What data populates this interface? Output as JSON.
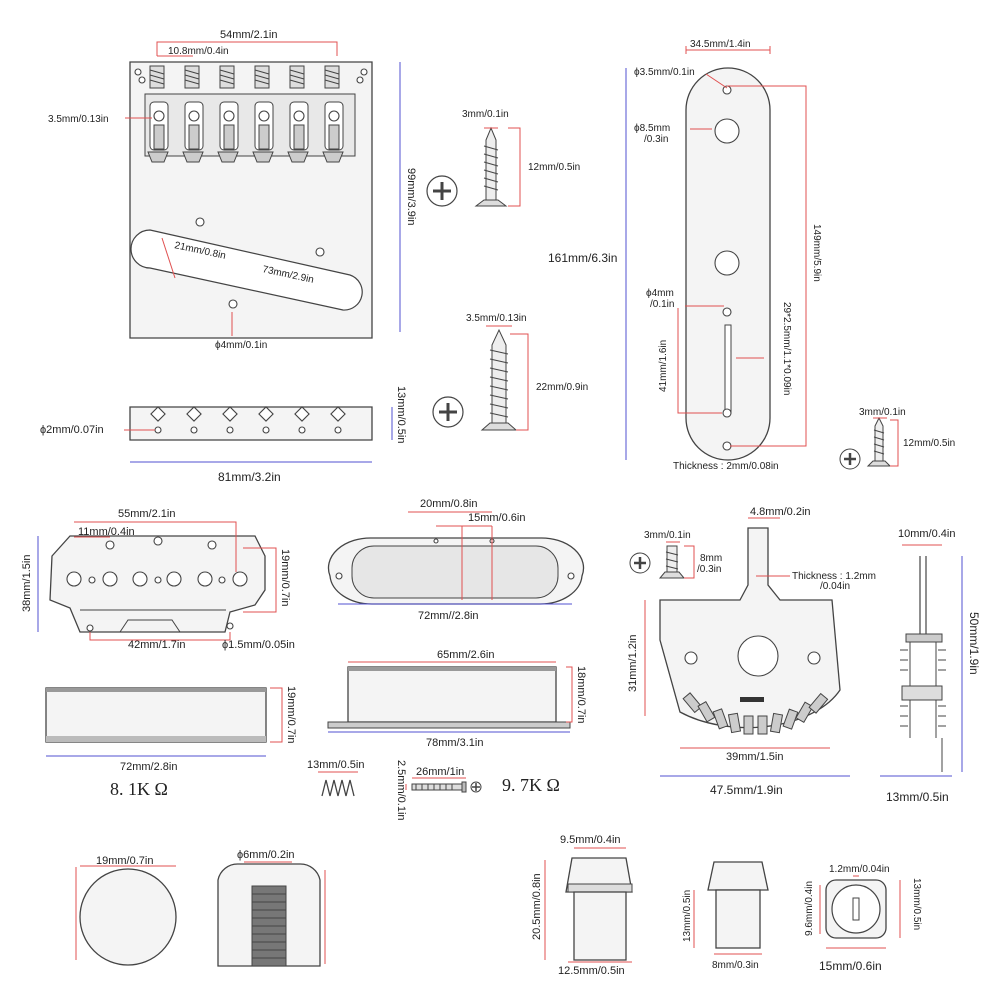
{
  "bridge": {
    "overall_width": "54mm/2.1in",
    "saddle_spacing": "10.8mm/0.4in",
    "hole_dia": "3.5mm/0.13in",
    "cutout_width": "21mm/0.8in",
    "cutout_length": "73mm/2.9in",
    "mount_hole": "ϕ4mm/0.1in",
    "height": "99mm/3.9in",
    "rail_width": "81mm/3.2in",
    "rail_height": "13mm/0.5in",
    "rail_hole": "ϕ2mm/0.07in"
  },
  "screws": {
    "small_dia": "3mm/0.1in",
    "small_len": "12mm/0.5in",
    "large_dia": "3.5mm/0.13in",
    "large_len": "22mm/0.9in",
    "plate_dia": "3mm/0.1in",
    "plate_len": "12mm/0.5in"
  },
  "control_plate": {
    "width": "34.5mm/1.4in",
    "small_hole": "ϕ3.5mm/0.1in",
    "pot_hole_a": "ϕ8.5mm",
    "pot_hole_b": "/0.3in",
    "length": "161mm/6.3in",
    "inner_length": "149mm/5.9in",
    "switch_hole_a": "ϕ4mm",
    "switch_hole_b": "/0.1in",
    "slot_length": "41mm/1.6in",
    "slot_size": "29*2.5mm/1.1*0.09in",
    "thickness": "Thickness : 2mm/0.08in"
  },
  "bridge_pickup": {
    "width": "55mm/2.1in",
    "pole_spacing": "11mm/0.4in",
    "height": "38mm/1.5in",
    "pole_height": "19mm/0.7in",
    "base_width": "42mm/1.7in",
    "small_hole": "ϕ1.5mm/0.05in",
    "resistance": "8. 1K Ω"
  },
  "neck_pickup": {
    "top": "20mm/0.8in",
    "inner": "15mm/0.6in",
    "width": "72mm//2.8in",
    "cover_width": "65mm/2.6in",
    "cover_height": "18mm/0.7in",
    "base_width": "78mm/3.1in",
    "resistance": "9. 7K Ω"
  },
  "bridge_cover": {
    "height": "19mm/0.7in",
    "width": "72mm/2.8in"
  },
  "spring_screw": {
    "spring": "13mm/0.5in",
    "screw_len": "26mm/1in",
    "screw_dia": "2.5mm/0.1in"
  },
  "switch": {
    "tip": "4.8mm/0.2in",
    "screw_dia": "3mm/0.1in",
    "screw_len_a": "8mm",
    "screw_len_b": "/0.3in",
    "thickness_a": "Thickness : 1.2mm",
    "thickness_b": "/0.04in",
    "height": "31mm/1.2in",
    "inner_width": "39mm/1.5in",
    "outer_width": "47.5mm/1.9in",
    "side_width": "10mm/0.4in",
    "side_height": "50mm/1.9in",
    "side_depth": "13mm/0.5in"
  },
  "knob": {
    "dia": "19mm/0.7in",
    "shaft": "ϕ6mm/0.2in"
  },
  "switch_tip_a": {
    "top": "9.5mm/0.4in",
    "height": "20.5mm/0.8in",
    "bottom": "12.5mm/0.5in"
  },
  "switch_tip_b": {
    "height": "13mm/0.5in",
    "bottom": "8mm/0.3in"
  },
  "switch_tip_c": {
    "slot": "1.2mm/0.04in",
    "inner": "9.6mm/0.4in",
    "height": "13mm/0.5in",
    "width": "15mm/0.6in"
  },
  "colors": {
    "dim_red": "#e05050",
    "dim_blue": "#5050d0",
    "part_outline": "#444444"
  }
}
